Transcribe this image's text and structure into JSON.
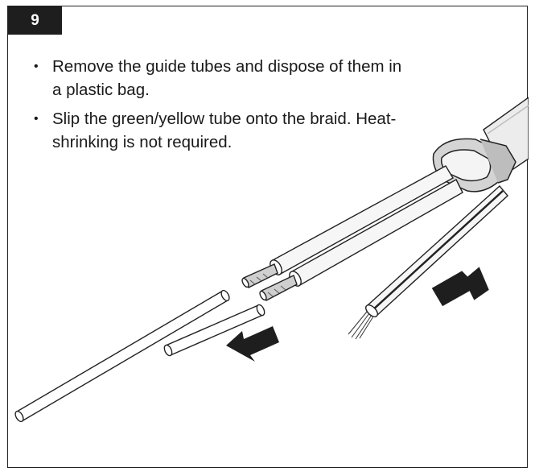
{
  "step": {
    "number": "9"
  },
  "instructions": [
    {
      "text": "Remove the guide tubes and dispose of them in a plastic bag."
    },
    {
      "text": "Slip the green/yellow tube onto the braid. Heat-shrinking is not required."
    }
  ],
  "illustration": {
    "elements": [
      "cable-sheath",
      "gland-nut",
      "core-wire-1",
      "core-wire-2",
      "braid-with-tube",
      "guide-tube-long",
      "guide-tube-short",
      "arrow-left-icon",
      "arrow-up-right-icon"
    ]
  },
  "colors": {
    "frame": "#222222",
    "badge": "#1e1e1e",
    "badge_text": "#ffffff",
    "shading": "#d6d6d6"
  }
}
